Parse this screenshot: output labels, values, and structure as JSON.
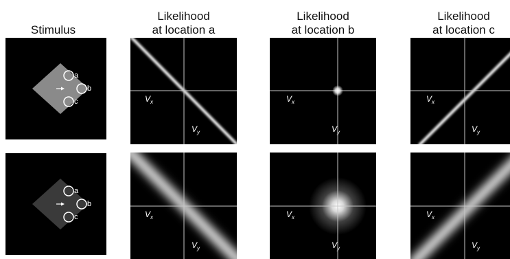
{
  "headers": {
    "stimulus": "Stimulus",
    "likelihood_a": [
      "Likelihood",
      "at location a"
    ],
    "likelihood_b": [
      "Likelihood",
      "at location b"
    ],
    "likelihood_c": [
      "Likelihood",
      "at location c"
    ]
  },
  "stimulus_labels": {
    "a": "a",
    "b": "b",
    "c": "c"
  },
  "axis_labels": {
    "vx_base": "V",
    "vx_sub": "x",
    "vy_base": "V",
    "vy_sub": "y"
  },
  "rows": [
    {
      "contrast": "high",
      "diamond_color": "#8a8a8a"
    },
    {
      "contrast": "low",
      "diamond_color": "#3a3a3a"
    }
  ],
  "colors": {
    "background": "#000000",
    "crosshair": "#c8c8c8",
    "likelihood": "#ffffff"
  }
}
